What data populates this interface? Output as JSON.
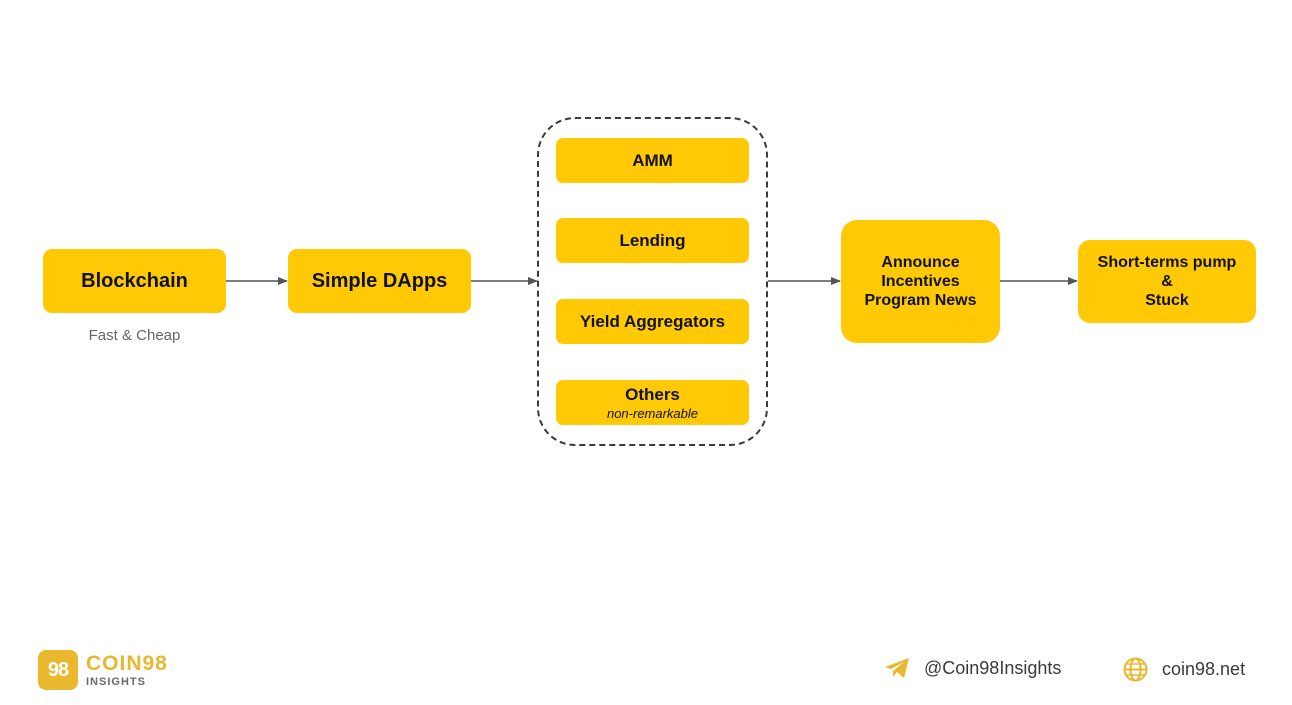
{
  "nodes": {
    "blockchain": "Blockchain",
    "blockchain_caption": "Fast & Cheap",
    "simple_dapps": "Simple DApps",
    "amm": "AMM",
    "lending": "Lending",
    "yield_aggregators": "Yield Aggregators",
    "others": "Others",
    "others_sub": "non-remarkable",
    "announce_lines": [
      "Announce",
      "Incentives",
      "Program News"
    ],
    "pump_lines": [
      "Short-terms pump",
      "&",
      "Stuck"
    ]
  },
  "footer": {
    "brand_name": "COIN98",
    "brand_tag": "INSIGHTS",
    "brand_logo_text": "98",
    "telegram": "@Coin98Insights",
    "website": "coin98.net"
  },
  "colors": {
    "node_fill": "#FFCA05",
    "brand_gold": "#E9B82F",
    "arrow": "#555555",
    "group_border": "#3a3a3a"
  },
  "icons": [
    "telegram-icon",
    "globe-icon"
  ]
}
